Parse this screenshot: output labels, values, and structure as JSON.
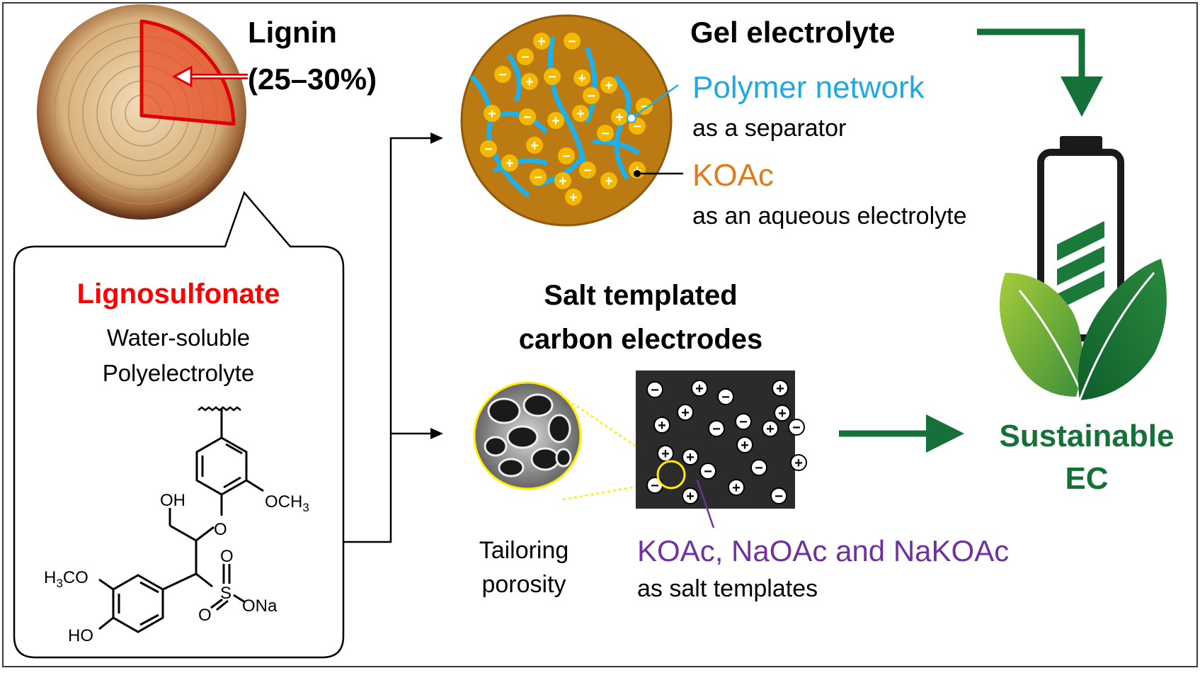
{
  "wood": {
    "title": "Lignin",
    "percent": "(25–30%)"
  },
  "lignosulfonate": {
    "title": "Lignosulfonate",
    "desc_line1": "Water-soluble",
    "desc_line2": "Polyelectrolyte",
    "labels": {
      "oh_top": "OH",
      "och3": "OCH",
      "och3_sub": "3",
      "o_ether": "O",
      "h3co": "H",
      "h3co_sub": "3",
      "h3co_rest": "CO",
      "ho": "HO",
      "s": "S",
      "o_top": "O",
      "o_bottom": "O",
      "ona": "ONa"
    }
  },
  "gel": {
    "title": "Gel electrolyte",
    "polymer_label": "Polymer network",
    "polymer_desc": "as a separator",
    "koac_label": "KOAc",
    "koac_desc": "as an aqueous electrolyte",
    "plus": "+",
    "minus": "−"
  },
  "carbon": {
    "title_line1": "Salt templated",
    "title_line2": "carbon electrodes",
    "tailoring_line1": "Tailoring",
    "tailoring_line2": "porosity",
    "salts_label": "KOAc, NaOAc and NaKOAc",
    "salts_desc": "as salt templates"
  },
  "result": {
    "line1": "Sustainable",
    "line2": "EC"
  },
  "colors": {
    "red": "#ff0000",
    "blue": "#1fa9e1",
    "orange": "#e07b1a",
    "purple": "#7030a0",
    "green": "#16703a",
    "gel_bg": "#bb7a12",
    "ion": "#f5b800"
  }
}
